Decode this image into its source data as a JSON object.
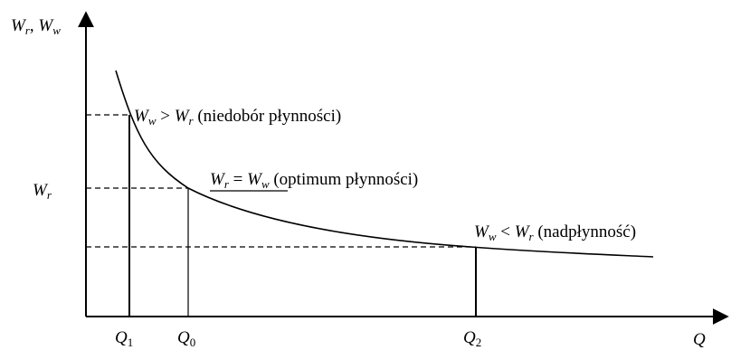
{
  "diagram": {
    "axes": {
      "y_label": {
        "main1": "W",
        "sub1": "r",
        "sep": ", ",
        "main2": "W",
        "sub2": "w"
      },
      "x_label": "Q"
    },
    "ticks": {
      "y_level": {
        "main": "W",
        "sub": "r"
      },
      "q1": {
        "main": "Q",
        "sub": "1"
      },
      "q0": {
        "main": "Q",
        "sub": "0"
      },
      "q2": {
        "main": "Q",
        "sub": "2"
      }
    },
    "annotations": {
      "shortage": {
        "a": "W",
        "a_sub": "w",
        "op": " > ",
        "b": "W",
        "b_sub": "r",
        "text": " (niedobór płynności)"
      },
      "optimum": {
        "a": "W",
        "a_sub": "r",
        "op": " = ",
        "b": "W",
        "b_sub": "w",
        "text": " (optimum płynności)"
      },
      "excess": {
        "a": "W",
        "a_sub": "w",
        "op": " < ",
        "b": "W",
        "b_sub": "r",
        "text": " (nadpłynność)"
      }
    },
    "colors": {
      "ink": "#000000",
      "background": "#ffffff"
    }
  }
}
